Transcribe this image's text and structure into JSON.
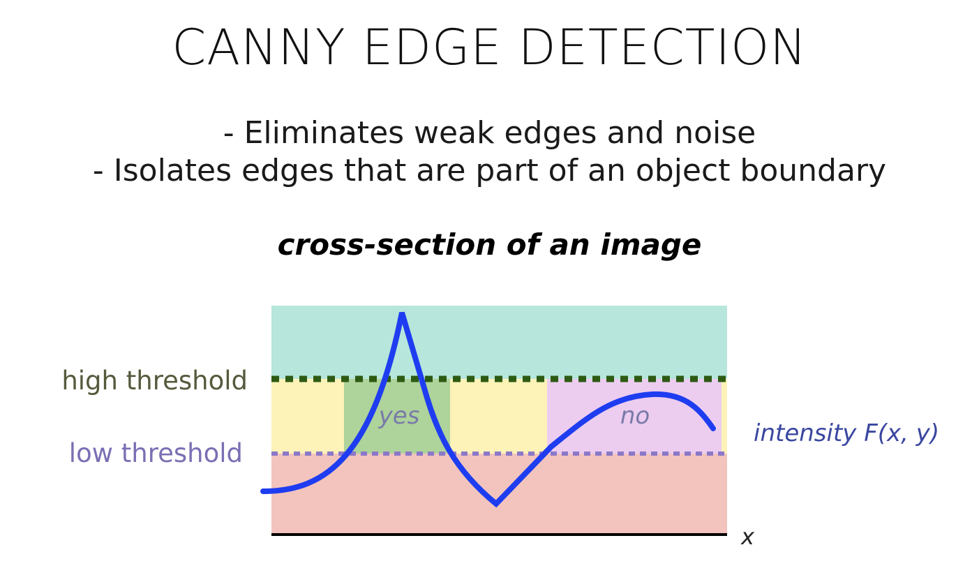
{
  "slide": {
    "title": "CANNY EDGE DETECTION",
    "bullets": [
      "- Eliminates weak edges and noise",
      "- Isolates edges that are part of an object boundary"
    ],
    "subtitle": "cross-section of an image"
  },
  "diagram": {
    "labels": {
      "high_threshold": "high threshold",
      "low_threshold": "low threshold",
      "yes": "yes",
      "no": "no",
      "curve": "intensity F(x, y)",
      "axis": "x"
    },
    "colors": {
      "above_high": "#b6e6dc",
      "between": "#fdf2b8",
      "yes_region": "#aed39b",
      "no_region": "#eccdf0",
      "below_low": "#f2c4bd",
      "high_line": "#2d5a12",
      "low_line": "#8b78c8",
      "curve": "#1f3df0",
      "axis": "#000000",
      "high_label": "#555a3c",
      "low_label": "#7a6fb4",
      "region_label": "#7a7aa8",
      "curve_label": "#3a47a0"
    }
  }
}
